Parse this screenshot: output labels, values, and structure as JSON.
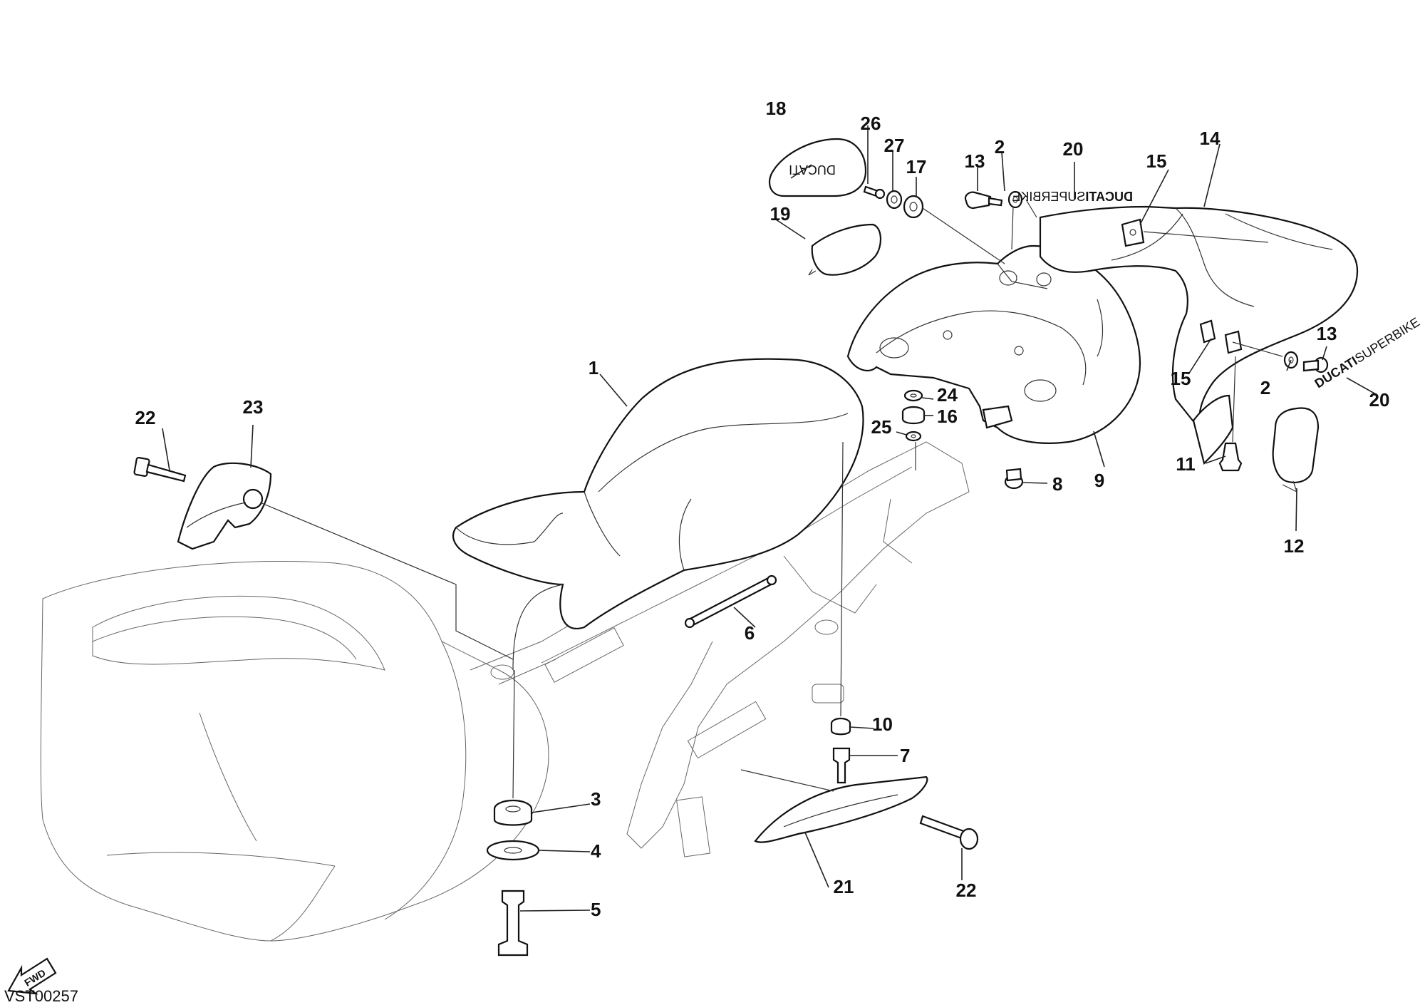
{
  "document_code": "VST00257",
  "fwd_label": "FWD",
  "logo_ducati": "DUCATI",
  "logo_superbike": "SUPERBIKE",
  "callouts": [
    {
      "id": "c1",
      "label": "1"
    },
    {
      "id": "c2a",
      "label": "2"
    },
    {
      "id": "c2b",
      "label": "2"
    },
    {
      "id": "c3",
      "label": "3"
    },
    {
      "id": "c4",
      "label": "4"
    },
    {
      "id": "c5",
      "label": "5"
    },
    {
      "id": "c6",
      "label": "6"
    },
    {
      "id": "c7",
      "label": "7"
    },
    {
      "id": "c8",
      "label": "8"
    },
    {
      "id": "c9",
      "label": "9"
    },
    {
      "id": "c10",
      "label": "10"
    },
    {
      "id": "c11",
      "label": "11"
    },
    {
      "id": "c12",
      "label": "12"
    },
    {
      "id": "c13a",
      "label": "13"
    },
    {
      "id": "c13b",
      "label": "13"
    },
    {
      "id": "c14",
      "label": "14"
    },
    {
      "id": "c15a",
      "label": "15"
    },
    {
      "id": "c15b",
      "label": "15"
    },
    {
      "id": "c16",
      "label": "16"
    },
    {
      "id": "c17",
      "label": "17"
    },
    {
      "id": "c18",
      "label": "18"
    },
    {
      "id": "c19",
      "label": "19"
    },
    {
      "id": "c20a",
      "label": "20"
    },
    {
      "id": "c20b",
      "label": "20"
    },
    {
      "id": "c21",
      "label": "21"
    },
    {
      "id": "c22a",
      "label": "22"
    },
    {
      "id": "c22b",
      "label": "22"
    },
    {
      "id": "c23",
      "label": "23"
    },
    {
      "id": "c24",
      "label": "24"
    },
    {
      "id": "c25",
      "label": "25"
    },
    {
      "id": "c26",
      "label": "26"
    },
    {
      "id": "c27",
      "label": "27"
    }
  ]
}
